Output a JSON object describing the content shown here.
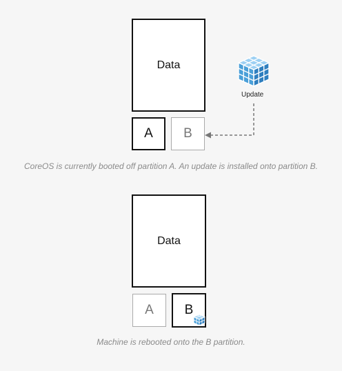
{
  "top": {
    "data_label": "Data",
    "partition_a": "A",
    "partition_b": "B",
    "update_label": "Update",
    "caption": "CoreOS is currently booted off partition A. An update is installed onto partition B."
  },
  "bottom": {
    "data_label": "Data",
    "partition_a": "A",
    "partition_b": "B",
    "caption": "Machine is rebooted onto the B partition."
  },
  "colors": {
    "cube": "#4a9fd8",
    "active_border": "#111111",
    "inactive_border": "#aaaaaa"
  },
  "icons": [
    "update-cube-icon",
    "installed-cube-icon",
    "dashed-arrow-icon"
  ]
}
